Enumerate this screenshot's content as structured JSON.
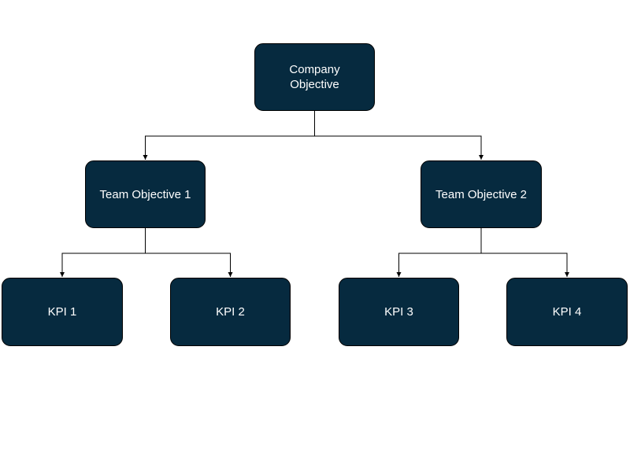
{
  "colors": {
    "node_fill": "#062a3f",
    "node_border": "#000000",
    "node_text": "#ffffff",
    "connector": "#000000",
    "background": "#ffffff"
  },
  "nodes": {
    "company_objective": "Company\nObjective",
    "team_objective_1": "Team Objective 1",
    "team_objective_2": "Team Objective 2",
    "kpi_1": "KPI 1",
    "kpi_2": "KPI 2",
    "kpi_3": "KPI 3",
    "kpi_4": "KPI 4"
  },
  "edges": [
    {
      "from": "company_objective",
      "to": "team_objective_1"
    },
    {
      "from": "company_objective",
      "to": "team_objective_2"
    },
    {
      "from": "team_objective_1",
      "to": "kpi_1"
    },
    {
      "from": "team_objective_1",
      "to": "kpi_2"
    },
    {
      "from": "team_objective_2",
      "to": "kpi_3"
    },
    {
      "from": "team_objective_2",
      "to": "kpi_4"
    }
  ]
}
